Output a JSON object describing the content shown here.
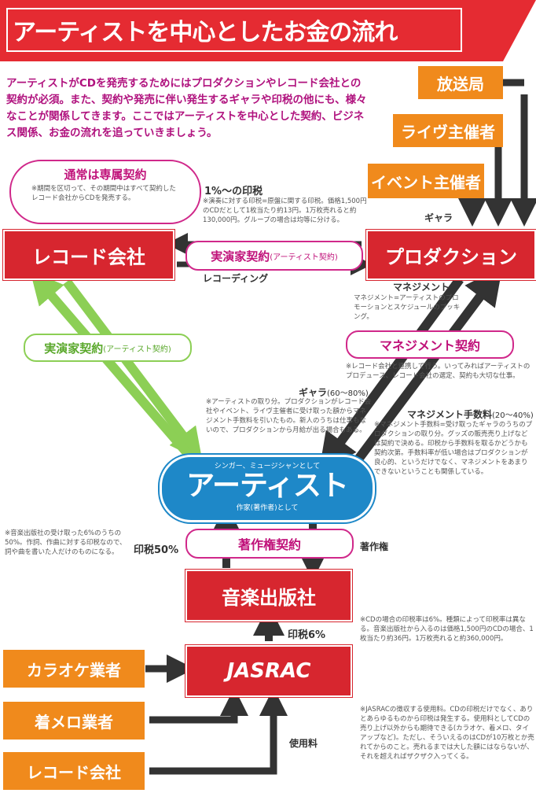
{
  "title": "アーティストを中心としたお金の流れ",
  "intro": "アーティストがCDを発売するためにはプロダクションやレコード会社との契約が必須。また、契約や発売に伴い発生するギャラや印税の他にも、様々なことが関係してきます。ここではアーティストを中心とした契約、ビジネス関係、お金の流れを追っていきましょう。",
  "nodes": {
    "broadcaster": "放送局",
    "live_promoter": "ライヴ主催者",
    "event_promoter": "イベント主催者",
    "record_company": "レコード会社",
    "production": "プロダクション",
    "artist": "アーティスト",
    "music_publisher": "音楽出版社",
    "jasrac": "JASRAC",
    "karaoke": "カラオケ業者",
    "ringtone": "着メロ業者",
    "record_company_bottom": "レコード会社"
  },
  "bubble": {
    "title": "通常は専属契約",
    "note": "※期間を区切って、その期間中はすべて契約したレコード会社からCDを発売する。"
  },
  "contracts": {
    "performer_main": "実演家契約",
    "performer_sub": "(アーティスト契約)",
    "performer_green_main": "実演家契約",
    "performer_green_sub": "(アーティスト契約)",
    "management": "マネジメント契約",
    "copyright": "著作権契約"
  },
  "artist_box": {
    "top": "シンガー、ミュージシャンとして",
    "bottom": "作家(著作者)として"
  },
  "labels": {
    "royalty_1pct": "1%〜の印税",
    "royalty_1pct_note": "※演奏に対する印税=原盤に関する印税。価格1,500円のCDだとして1枚当たり約13円。1万枚売れると約130,000円。グループの場合は均等に分ける。",
    "guara_top": "ギャラ",
    "recording": "レコーディング",
    "management_label": "マネジメント",
    "management_note": "マネジメント=アーティストのプロモーションとスケジュールのブッキング。",
    "management_contract_note": "※レコード会社と連携して行う。いってみればアーティストのプロデュース、レコード会社の選定、契約も大切な仕事。",
    "guara_mid": "ギャラ",
    "guara_mid_pct": "(60〜80%)",
    "guara_mid_note": "※アーティストの取り分。プロダクションがレコード会社やイベント、ライヴ主催者に受け取った額からマネジメント手数料を引いたもの。新人のうちは仕事もないので、プロダクションから月給が出る場合もある。",
    "mgmt_fee": "マネジメント手数料",
    "mgmt_fee_pct": "(20〜40%)",
    "mgmt_fee_note": "※マネジメント手数料=受け取ったギャラのうちのプロダクションの取り分。グッズの販売売り上げなどは契約で決める。印税から手数料を取るかどうかも契約次第。手数料率が低い場合はプロダクションが良心的、というだけでなく、マネジメントをあまりできないということも関係している。",
    "royalty_50": "印税50%",
    "royalty_50_note": "※音楽出版社の受け取った6%のうちの50%。作詞、作曲に対する印税なので、詞や曲を書いた人だけのものになる。",
    "copyright_label": "著作権",
    "royalty_6": "印税6%",
    "royalty_6_note": "※CDの場合の印税率は6%。種類によって印税率は異なる。音楽出版社から入るのは価格1,500円のCDの場合、1枚当たり約36円。1万枚売れると約360,000円。",
    "usage_fee": "使用料",
    "usage_fee_note": "※JASRACの徴収する使用料。CDの印税だけでなく、ありとあらゆるものから印税は発生する。使用料としてCDの売り上げ以外からも期待できる(カラオケ、着メロ、タイアップなど)。ただし、そういえるのはCDが10万枚とか売れてからのこと。売れるまでは大した額にはならないが、それを超えればザクザク入ってくる。"
  },
  "colors": {
    "red": "#d7262f",
    "orange": "#f08a1c",
    "artist_blue": "#1e88c8",
    "pink": "#d0288a",
    "green": "#8ccf55"
  }
}
